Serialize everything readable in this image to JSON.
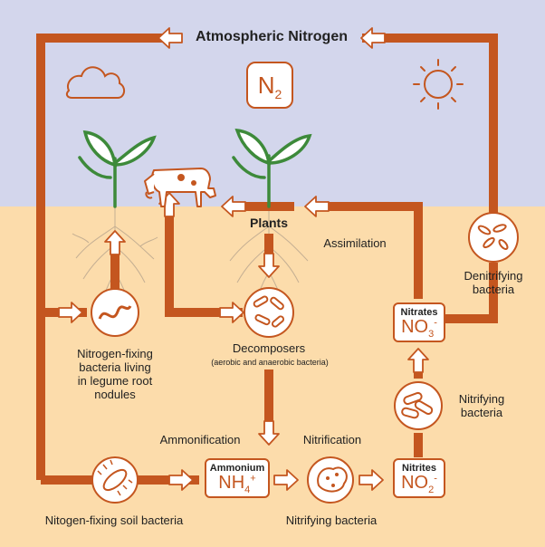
{
  "title": "Atmospheric Nitrogen",
  "n2": {
    "symbol": "N",
    "subscript": "2"
  },
  "labels": {
    "plants": "Plants",
    "assimilation": "Assimilation",
    "denitrifying": [
      "Denitrifying",
      "bacteria"
    ],
    "legume": [
      "Nitrogen-fixing",
      "bacteria living",
      "in legume root",
      "nodules"
    ],
    "decomposers": "Decomposers",
    "decomposers_sub": "(aerobic and anaerobic bacteria)",
    "ammonification": "Ammonification",
    "nitrification": "Nitrification",
    "nitrifying_right": [
      "Nitrifying",
      "bacteria"
    ],
    "soil_bacteria": "Nitogen-fixing soil bacteria",
    "nitrifying_bottom": "Nitrifying bacteria"
  },
  "chemicals": {
    "nitrates": {
      "name": "Nitrates",
      "formula": "NO",
      "sub": "3",
      "sup": "-"
    },
    "nitrites": {
      "name": "Nitrites",
      "formula": "NO",
      "sub": "2",
      "sup": "-"
    },
    "ammonium": {
      "name": "Ammonium",
      "formula": "NH",
      "sub": "4",
      "sup": "+"
    }
  },
  "colors": {
    "sky": "#d3d6ec",
    "soil": "#fcdcab",
    "accent": "#c4561f",
    "plant": "#3d8a3a"
  },
  "icons": [
    "cloud-icon",
    "sun-icon",
    "cow-icon",
    "plant-icon",
    "bacteria-icon",
    "roots-icon",
    "arrow-icon"
  ]
}
